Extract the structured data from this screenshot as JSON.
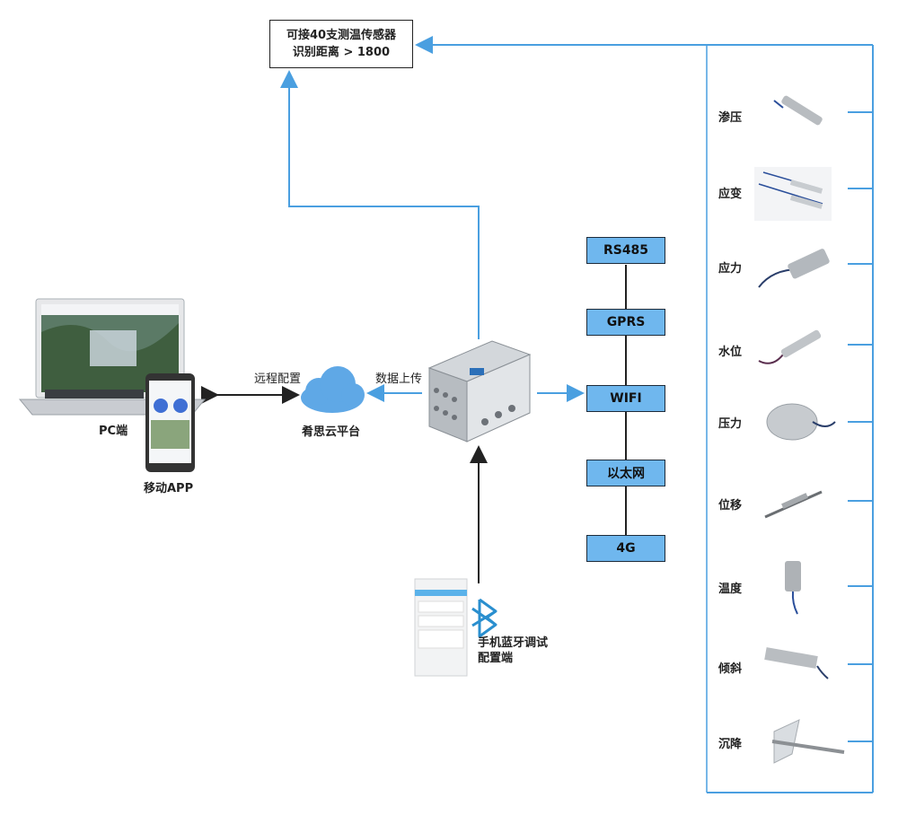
{
  "top_box": {
    "line1": "可接40支测温传感器",
    "line2": "识别距离 > 1800"
  },
  "center": {
    "remote_config": "远程配置",
    "data_upload": "数据上传",
    "cloud": "肴思云平台",
    "pc": "PC端",
    "mobile": "移动APP"
  },
  "bluetooth": {
    "line1": "手机蓝牙调试",
    "line2": "配置端"
  },
  "protocols": [
    "RS485",
    "GPRS",
    "WIFI",
    "以太网",
    "4G"
  ],
  "sensors": [
    "渗压",
    "应变",
    "应力",
    "水位",
    "压力",
    "位移",
    "温度",
    "倾斜",
    "沉降"
  ],
  "colors": {
    "line_blue": "#4a9fe0",
    "box_blue": "#6fb7ee",
    "cloud": "#5fa8e6"
  }
}
